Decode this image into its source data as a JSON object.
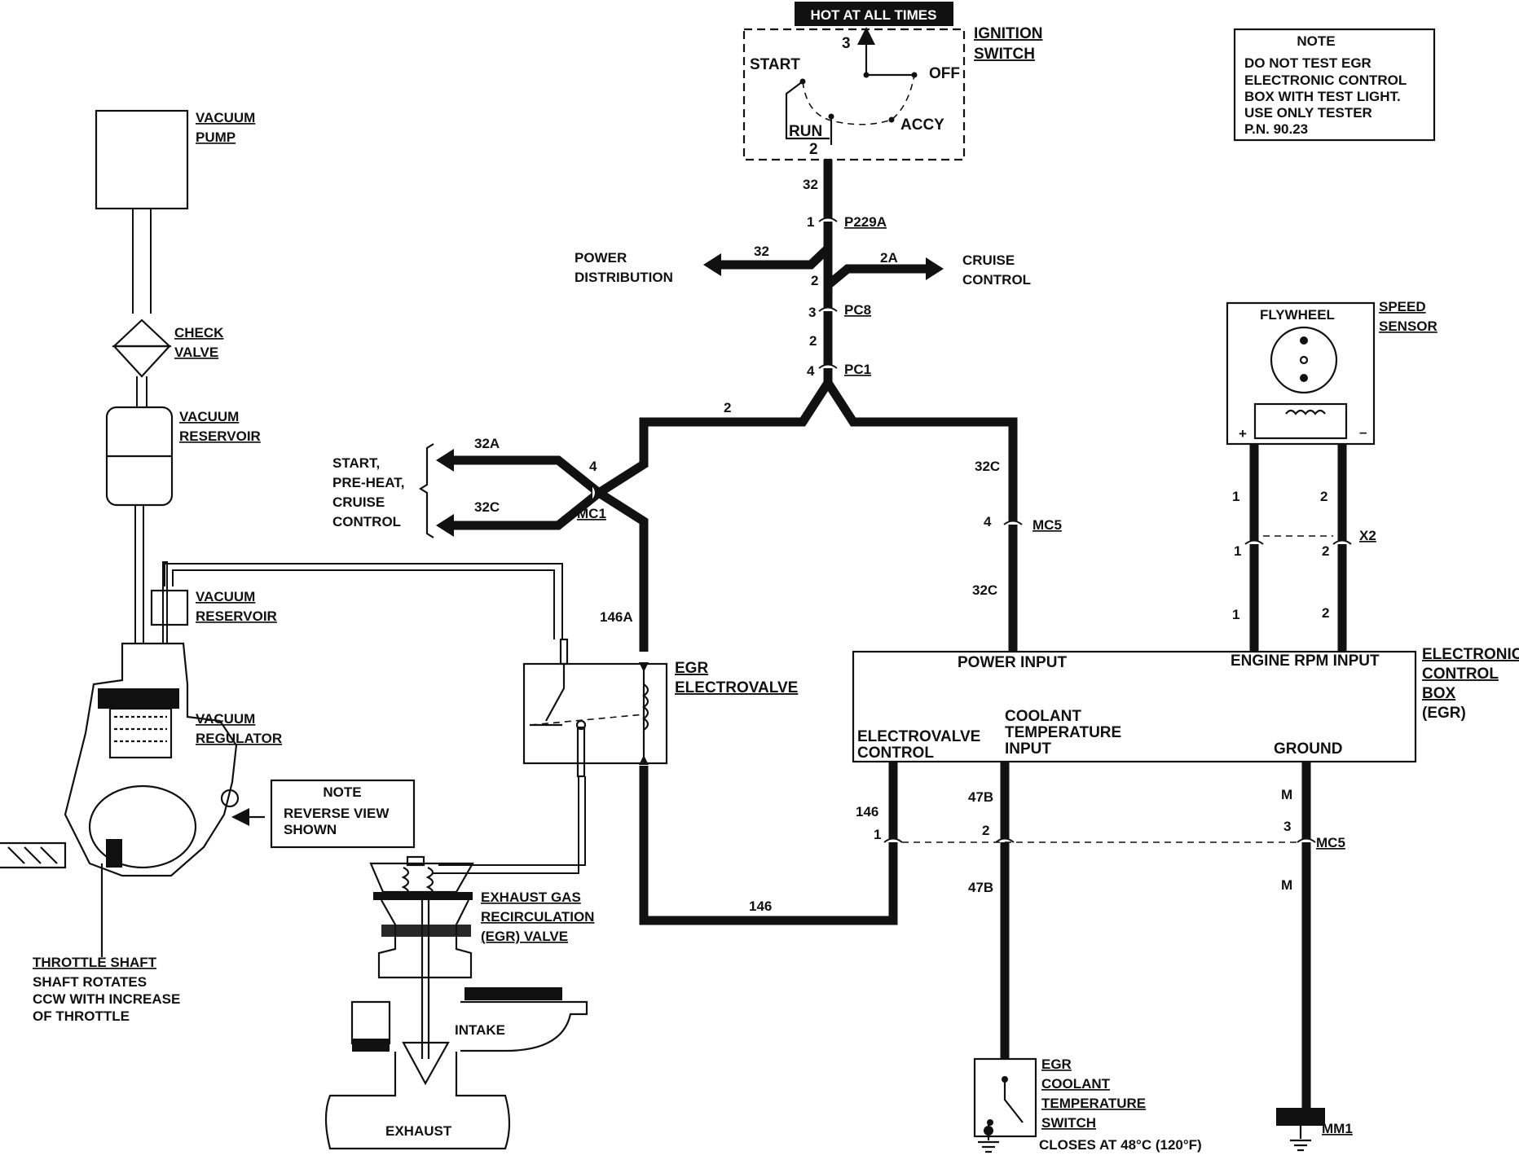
{
  "ignition": {
    "banner": "HOT AT ALL TIMES",
    "title_line1": "IGNITION",
    "title_line2": "SWITCH",
    "start": "START",
    "off": "OFF",
    "run": "RUN",
    "accy": "ACCY",
    "term_3": "3",
    "term_2": "2"
  },
  "note_top": {
    "heading": "NOTE",
    "line1": "DO NOT TEST EGR",
    "line2": "ELECTRONIC CONTROL",
    "line3": "BOX WITH TEST LIGHT.",
    "line4": "USE ONLY TESTER",
    "line5": "P.N. 90.23"
  },
  "note_mid": {
    "heading": "NOTE",
    "line1": "REVERSE VIEW",
    "line2": "SHOWN"
  },
  "vacuum": {
    "pump_1": "VACUUM",
    "pump_2": "PUMP",
    "check_1": "CHECK",
    "check_2": "VALVE",
    "res1_1": "VACUUM",
    "res1_2": "RESERVOIR",
    "res2_1": "VACUUM",
    "res2_2": "RESERVOIR",
    "reg_1": "VACUUM",
    "reg_2": "REGULATOR"
  },
  "throttle": {
    "title": "THROTTLE SHAFT",
    "line1": "SHAFT ROTATES",
    "line2": "CCW WITH INCREASE",
    "line3": "OF THROTTLE"
  },
  "egr_valve": {
    "line1": "EXHAUST GAS",
    "line2": "RECIRCULATION",
    "line3": "(EGR) VALVE",
    "intake": "INTAKE",
    "exhaust": "EXHAUST"
  },
  "electrovalve": {
    "line1": "EGR",
    "line2": "ELECTROVALVE"
  },
  "destinations": {
    "power_1": "POWER",
    "power_2": "DISTRIBUTION",
    "cruise_1": "CRUISE",
    "cruise_2": "CONTROL",
    "start_1": "START,",
    "start_2": "PRE-HEAT,",
    "start_3": "CRUISE",
    "start_4": "CONTROL"
  },
  "connectors": {
    "p229a": "P229A",
    "pc8": "PC8",
    "pc1": "PC1",
    "mc1": "MC1",
    "mc5_top": "MC5",
    "mc5_bottom": "MC5",
    "x2": "X2",
    "mm1": "MM1"
  },
  "wires": {
    "w32_top": "32",
    "w32_left": "32",
    "w2a": "2A",
    "w2_a": "2",
    "w2_b": "2",
    "w2_horiz": "2",
    "w32a": "32A",
    "w32c_left": "32C",
    "w146a": "146A",
    "w146_bottom": "146",
    "w32c_r1": "32C",
    "w32c_r2": "32C",
    "w146_r": "146",
    "w47b_1": "47B",
    "w47b_2": "47B",
    "m_1": "M",
    "m_2": "M",
    "sp_1a": "1",
    "sp_2a": "2",
    "sp_1b": "1",
    "sp_2b": "2",
    "sp_1c": "1",
    "sp_2c": "2"
  },
  "pins": {
    "p229a_pin": "1",
    "pc8_pin": "3",
    "pc1_pin": "4",
    "mc1_pin": "4",
    "mc5_pin": "4",
    "ev_pin": "1",
    "ct_pin": "2",
    "gnd_pin": "3"
  },
  "ecu": {
    "title_1": "ELECTRONIC",
    "title_2": "CONTROL",
    "title_3": "BOX",
    "title_4": "(EGR)",
    "power_input": "POWER INPUT",
    "rpm_input": "ENGINE RPM INPUT",
    "ev_ctrl_1": "ELECTROVALVE",
    "ev_ctrl_2": "CONTROL",
    "coolant_1": "COOLANT",
    "coolant_2": "TEMPERATURE",
    "coolant_3": "INPUT",
    "ground": "GROUND"
  },
  "speed_sensor": {
    "flywheel": "FLYWHEEL",
    "label_1": "SPEED",
    "label_2": "SENSOR",
    "plus": "+",
    "minus": "–"
  },
  "coolant_switch": {
    "line1": "EGR",
    "line2": "COOLANT",
    "line3": "TEMPERATURE",
    "line4": "SWITCH",
    "closes": "CLOSES AT 48°C (120°F)"
  }
}
